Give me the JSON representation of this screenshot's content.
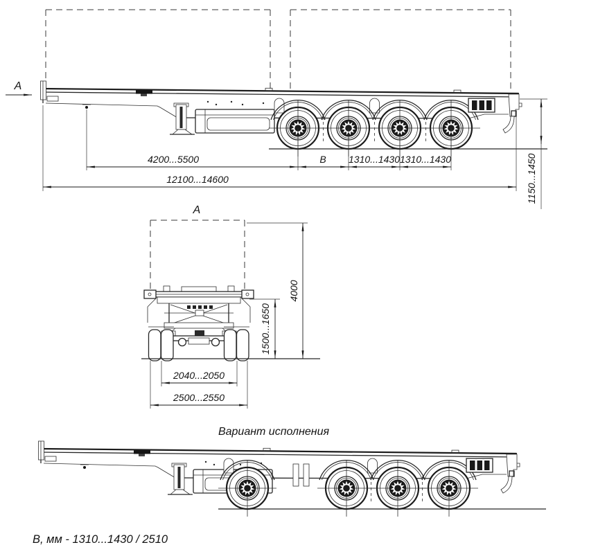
{
  "page": {
    "background": "#ffffff",
    "line_color": "#222222"
  },
  "section_arrow": {
    "label": "A"
  },
  "main_view": {
    "dim_kingpin_to_first_axle": "4200...5500",
    "dim_overall_length": "12100...14600",
    "dim_axle_spacing_b_label": "B",
    "dim_axle_spacing_2_3": "1310...1430",
    "dim_axle_spacing_3_4": "1310...1430",
    "dim_rear_frame_height": "1150...1450"
  },
  "rear_view": {
    "section_label": "A",
    "dim_overall_height": "4000",
    "dim_platform_height": "1500...1650",
    "dim_track_width": "2040...2050",
    "dim_overall_width": "2500...2550"
  },
  "variant_view": {
    "title": "Вариант исполнения"
  },
  "footnote": {
    "text": "В, мм - 1310...1430 / 2510"
  }
}
